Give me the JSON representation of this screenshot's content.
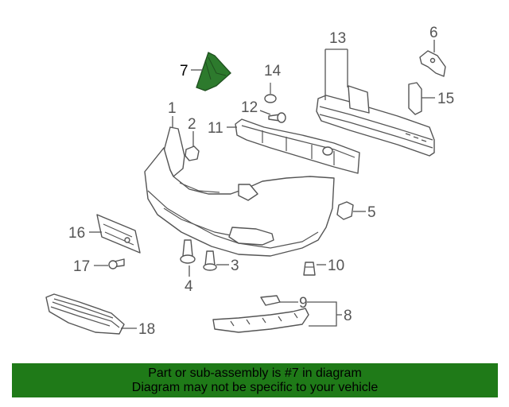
{
  "diagram": {
    "callouts": {
      "c1": "1",
      "c2": "2",
      "c3": "3",
      "c4": "4",
      "c5": "5",
      "c6": "6",
      "c7": "7",
      "c8": "8",
      "c9": "9",
      "c10": "10",
      "c11": "11",
      "c12": "12",
      "c13": "13",
      "c14": "14",
      "c15": "15",
      "c16": "16",
      "c17": "17",
      "c18": "18"
    },
    "highlighted_part": "7",
    "highlight_color": "#2d7a2d"
  },
  "banner": {
    "line1": "Part or sub-assembly is #7 in diagram",
    "line2": "Diagram may not be specific to your vehicle",
    "background": "#1f7a18"
  }
}
